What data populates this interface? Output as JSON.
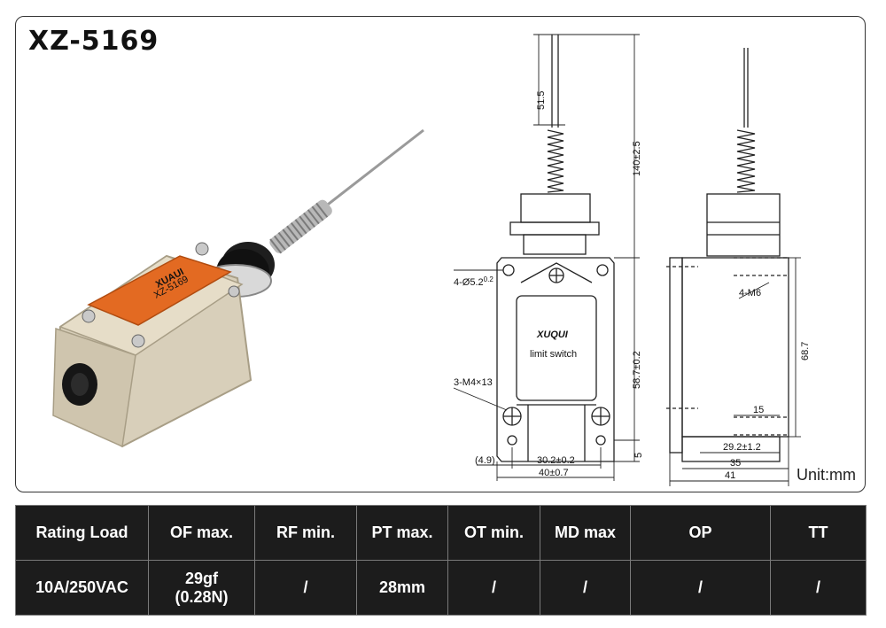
{
  "title": "XZ-5169",
  "unit": "Unit:mm",
  "label_plate": {
    "brand": "XUAUI",
    "model": "XZ-5169"
  },
  "drawing": {
    "front": {
      "brand": "XUQUI",
      "caption": "limit switch",
      "dim_top_rod": "51.5",
      "dim_total_height": "140±2.5",
      "dim_body_height": "58.7±0.2",
      "dim_bottom": "5",
      "dim_hole": "4-Ø5.2",
      "dim_hole_tol": "0.2",
      "dim_screw": "3-M4×13",
      "dim_offset": "(4.9)",
      "dim_inner_width": "30.2±0.2",
      "dim_outer_width": "40±0.7"
    },
    "side": {
      "dim_thread": "4-M6",
      "dim_height": "68.7",
      "dim_15": "15",
      "dim_29": "29.2±1.2",
      "dim_35": "35",
      "dim_41": "41"
    }
  },
  "specs": {
    "headers": [
      "Rating Load",
      "OF max.",
      "RF min.",
      "PT max.",
      "OT min.",
      "MD max",
      "OP",
      "TT"
    ],
    "row": {
      "rating_load": "10A/250VAC",
      "of_max_line1": "29gf",
      "of_max_line2": "(0.28N)",
      "rf_min": "/",
      "pt_max": "28mm",
      "ot_min": "/",
      "md_max": "/",
      "op": "/",
      "tt": "/"
    }
  }
}
